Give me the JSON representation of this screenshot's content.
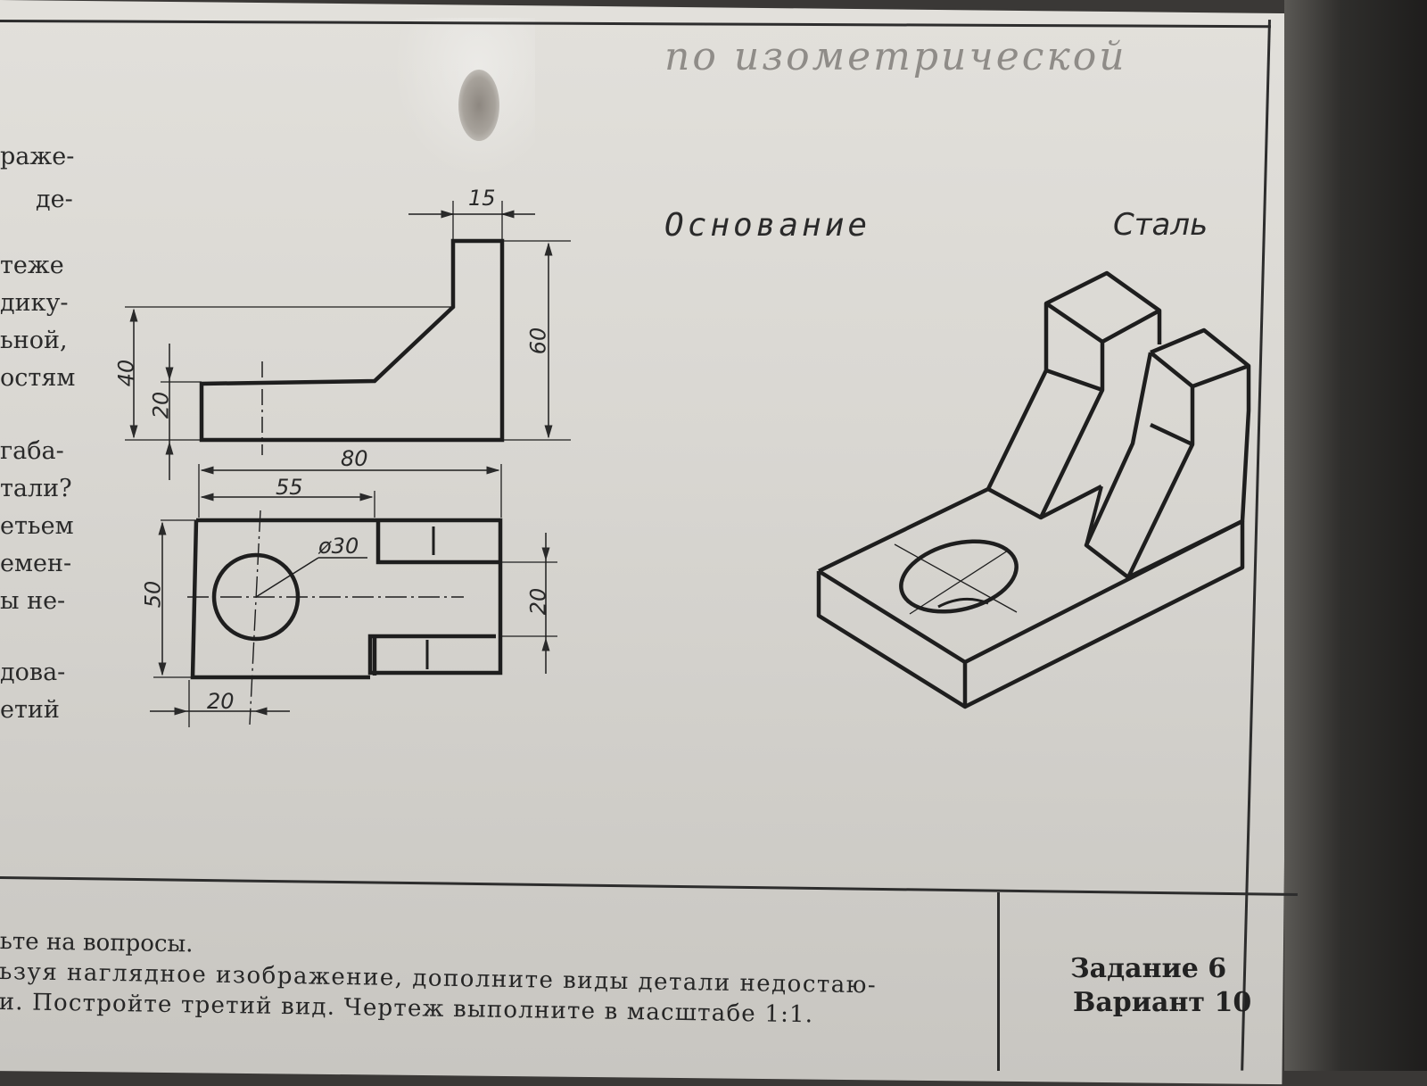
{
  "handwritten_note": "по изометрической",
  "part": {
    "name": "Основание",
    "material": "Сталь"
  },
  "left_fragments": [
    "раже-",
    "де-",
    "теже",
    "дику-",
    "ьной,",
    "остям",
    "габа-",
    "тали?",
    "етьем",
    "емен-",
    "ы не-",
    "дова-",
    "етий"
  ],
  "dimensions": {
    "front_top_width": "15",
    "front_height_total": "60",
    "front_height_mid": "40",
    "front_height_base": "20",
    "top_width": "80",
    "top_slot_start": "55",
    "hole_diameter": "ø30",
    "top_depth": "50",
    "slot_width": "20",
    "hole_offset": "20"
  },
  "task": {
    "lines": [
      "ьте на вопросы.",
      "ьзуя наглядное изображение, дополните виды детали недостаю-",
      "и. Постройте третий вид. Чертеж выполните в масштабе 1:1."
    ],
    "assignment": "Задание 6",
    "variant": "Вариант 10"
  }
}
